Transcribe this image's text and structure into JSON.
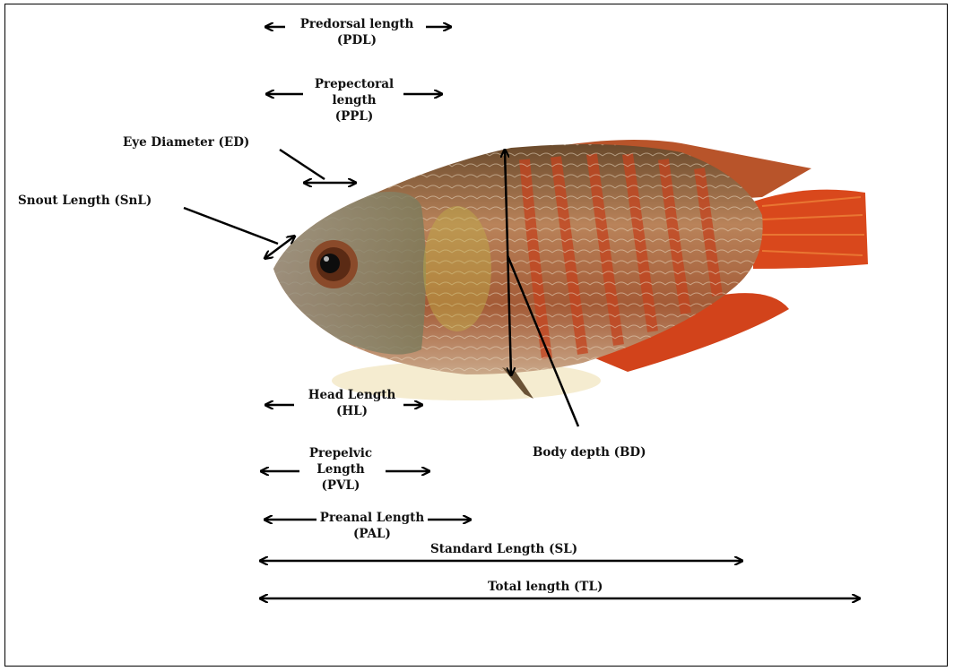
{
  "labels": {
    "pdl": [
      "Predorsal length",
      "(PDL)"
    ],
    "ppl": [
      "Prepectoral",
      "length",
      "(PPL)"
    ],
    "ed": "Eye Diameter  (ED)",
    "snl": "Snout Length (SnL)",
    "hl": [
      "Head Length",
      "(HL)"
    ],
    "bd": "Body depth (BD)",
    "pvl": [
      "Prepelvic",
      "Length",
      "(PVL)"
    ],
    "pal": [
      "Preanal Length",
      "(PAL)"
    ],
    "sl": "Standard Length (SL)",
    "tl": "Total length (TL)"
  },
  "colors": {
    "arrow": "#000000",
    "fish_body": "#a9683a",
    "fish_stripes": "#c4431e",
    "fish_fins": "#d9481c",
    "fish_head": "#8e8a7e",
    "fish_belly": "#c9c0a0"
  }
}
